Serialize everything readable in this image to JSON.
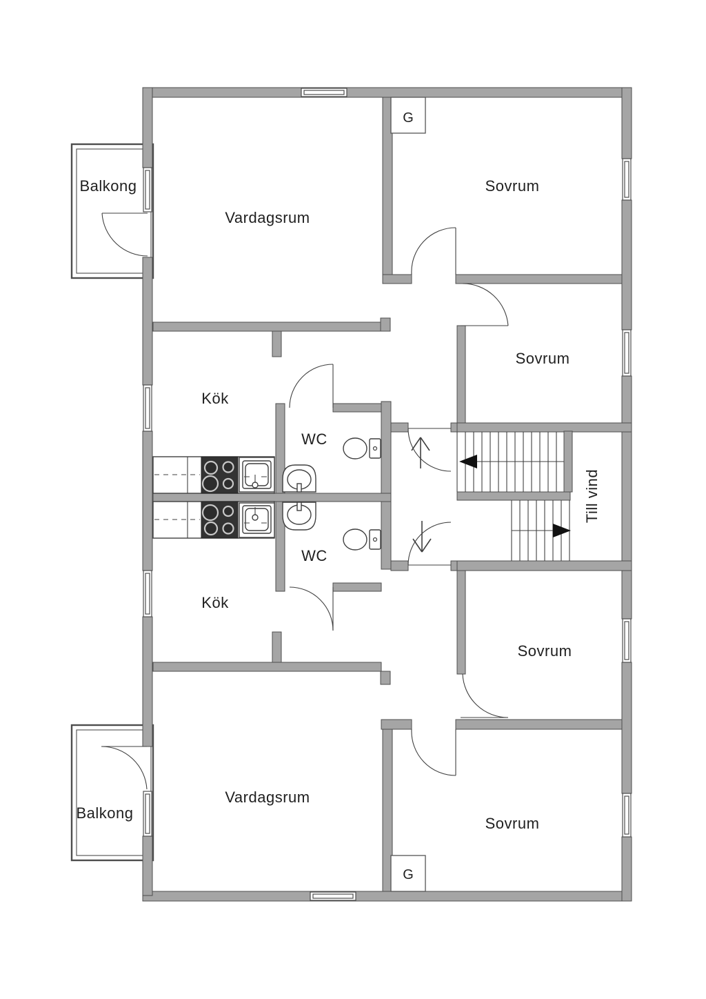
{
  "colors": {
    "wall_fill": "#a5a5a5",
    "wall_stroke": "#4d4d4d",
    "line": "#3f3f3f",
    "text": "#1f1f1f",
    "fixture_dark": "#333333",
    "background": "#ffffff"
  },
  "rooms": {
    "balcony_top": {
      "label": "Balkong"
    },
    "living_top": {
      "label": "Vardagsrum"
    },
    "bedroom_top_1": {
      "label": "Sovrum"
    },
    "closet_top": {
      "label": "G"
    },
    "bedroom_top_2": {
      "label": "Sovrum"
    },
    "kitchen_top": {
      "label": "Kök"
    },
    "wc_top": {
      "label": "WC"
    },
    "stairwell": {
      "attic_label": "Till vind"
    },
    "kitchen_bottom": {
      "label": "Kök"
    },
    "wc_bottom": {
      "label": "WC"
    },
    "bedroom_bottom_1": {
      "label": "Sovrum"
    },
    "living_bottom": {
      "label": "Vardagsrum"
    },
    "bedroom_bottom_2": {
      "label": "Sovrum"
    },
    "closet_bottom": {
      "label": "G"
    },
    "balcony_bottom": {
      "label": "Balkong"
    }
  }
}
